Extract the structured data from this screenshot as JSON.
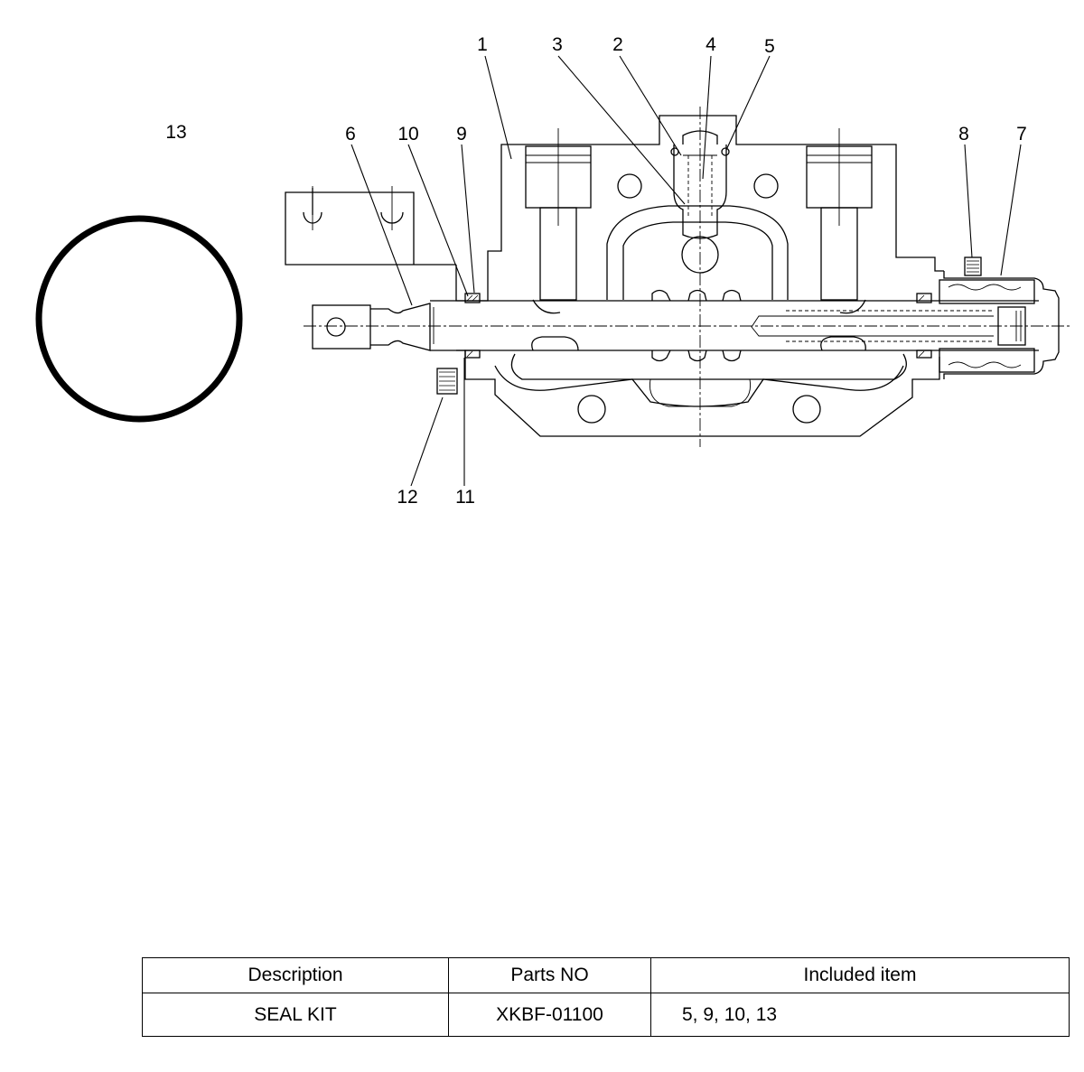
{
  "callouts": [
    {
      "id": "1",
      "label": "1"
    },
    {
      "id": "2",
      "label": "2"
    },
    {
      "id": "3",
      "label": "3"
    },
    {
      "id": "4",
      "label": "4"
    },
    {
      "id": "5",
      "label": "5"
    },
    {
      "id": "6",
      "label": "6"
    },
    {
      "id": "7",
      "label": "7"
    },
    {
      "id": "8",
      "label": "8"
    },
    {
      "id": "9",
      "label": "9"
    },
    {
      "id": "10",
      "label": "10"
    },
    {
      "id": "11",
      "label": "11"
    },
    {
      "id": "12",
      "label": "12"
    },
    {
      "id": "13",
      "label": "13"
    }
  ],
  "table": {
    "headers": {
      "description": "Description",
      "parts_no": "Parts NO",
      "included_item": "Included item"
    },
    "rows": [
      {
        "description": "SEAL KIT",
        "parts_no": "XKBF-01100",
        "included_item": "5, 9, 10, 13"
      }
    ]
  }
}
